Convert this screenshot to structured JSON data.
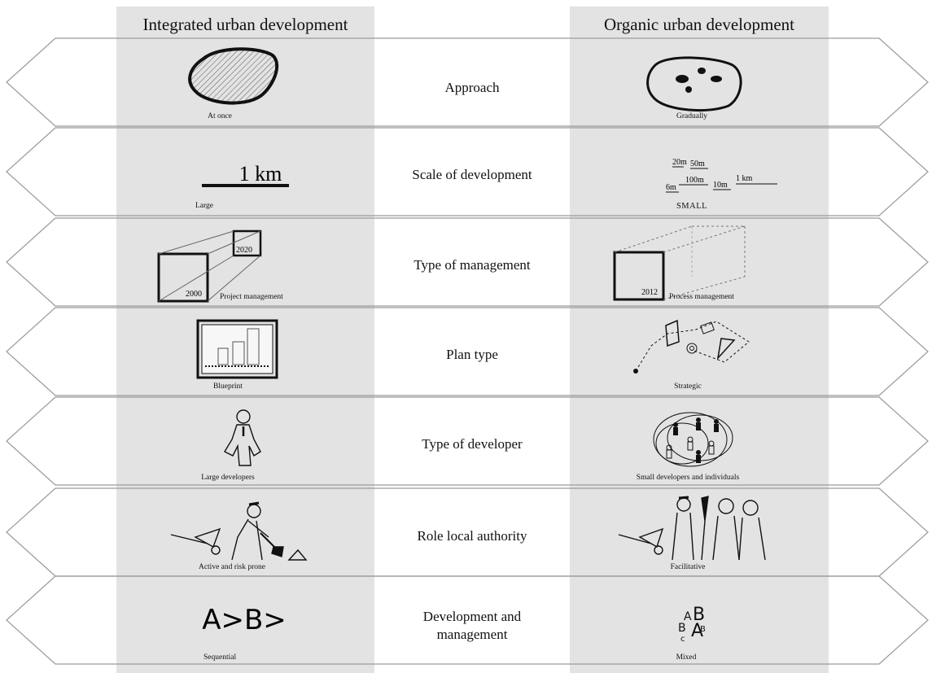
{
  "columns": {
    "left": "Integrated urban development",
    "right": "Organic urban development"
  },
  "rows": [
    {
      "title": "Approach",
      "left": "At once",
      "right": "Gradually"
    },
    {
      "title": "Scale of development",
      "left": "Large",
      "right": "SMALL"
    },
    {
      "title": "Type of management",
      "left": "Project management",
      "right": "Process management"
    },
    {
      "title": "Plan type",
      "left": "Blueprint",
      "right": "Strategic"
    },
    {
      "title": "Type of developer",
      "left": "Large developers",
      "right": "Small developers and individuals"
    },
    {
      "title": "Role local authority",
      "left": "Active and risk prone",
      "right": "Facilitative"
    },
    {
      "title": "Development and management",
      "left": "Sequential",
      "right": "Mixed"
    }
  ],
  "scale": {
    "large": "1 km",
    "small": [
      "20m",
      "50m",
      "100m",
      "6m",
      "10m",
      "1 km"
    ]
  },
  "years": {
    "start": "2000",
    "end": "2020",
    "process": "2012"
  },
  "sequence": {
    "left": "A>B>",
    "right": [
      "A",
      "B",
      "B",
      "A",
      "B",
      "c"
    ]
  }
}
